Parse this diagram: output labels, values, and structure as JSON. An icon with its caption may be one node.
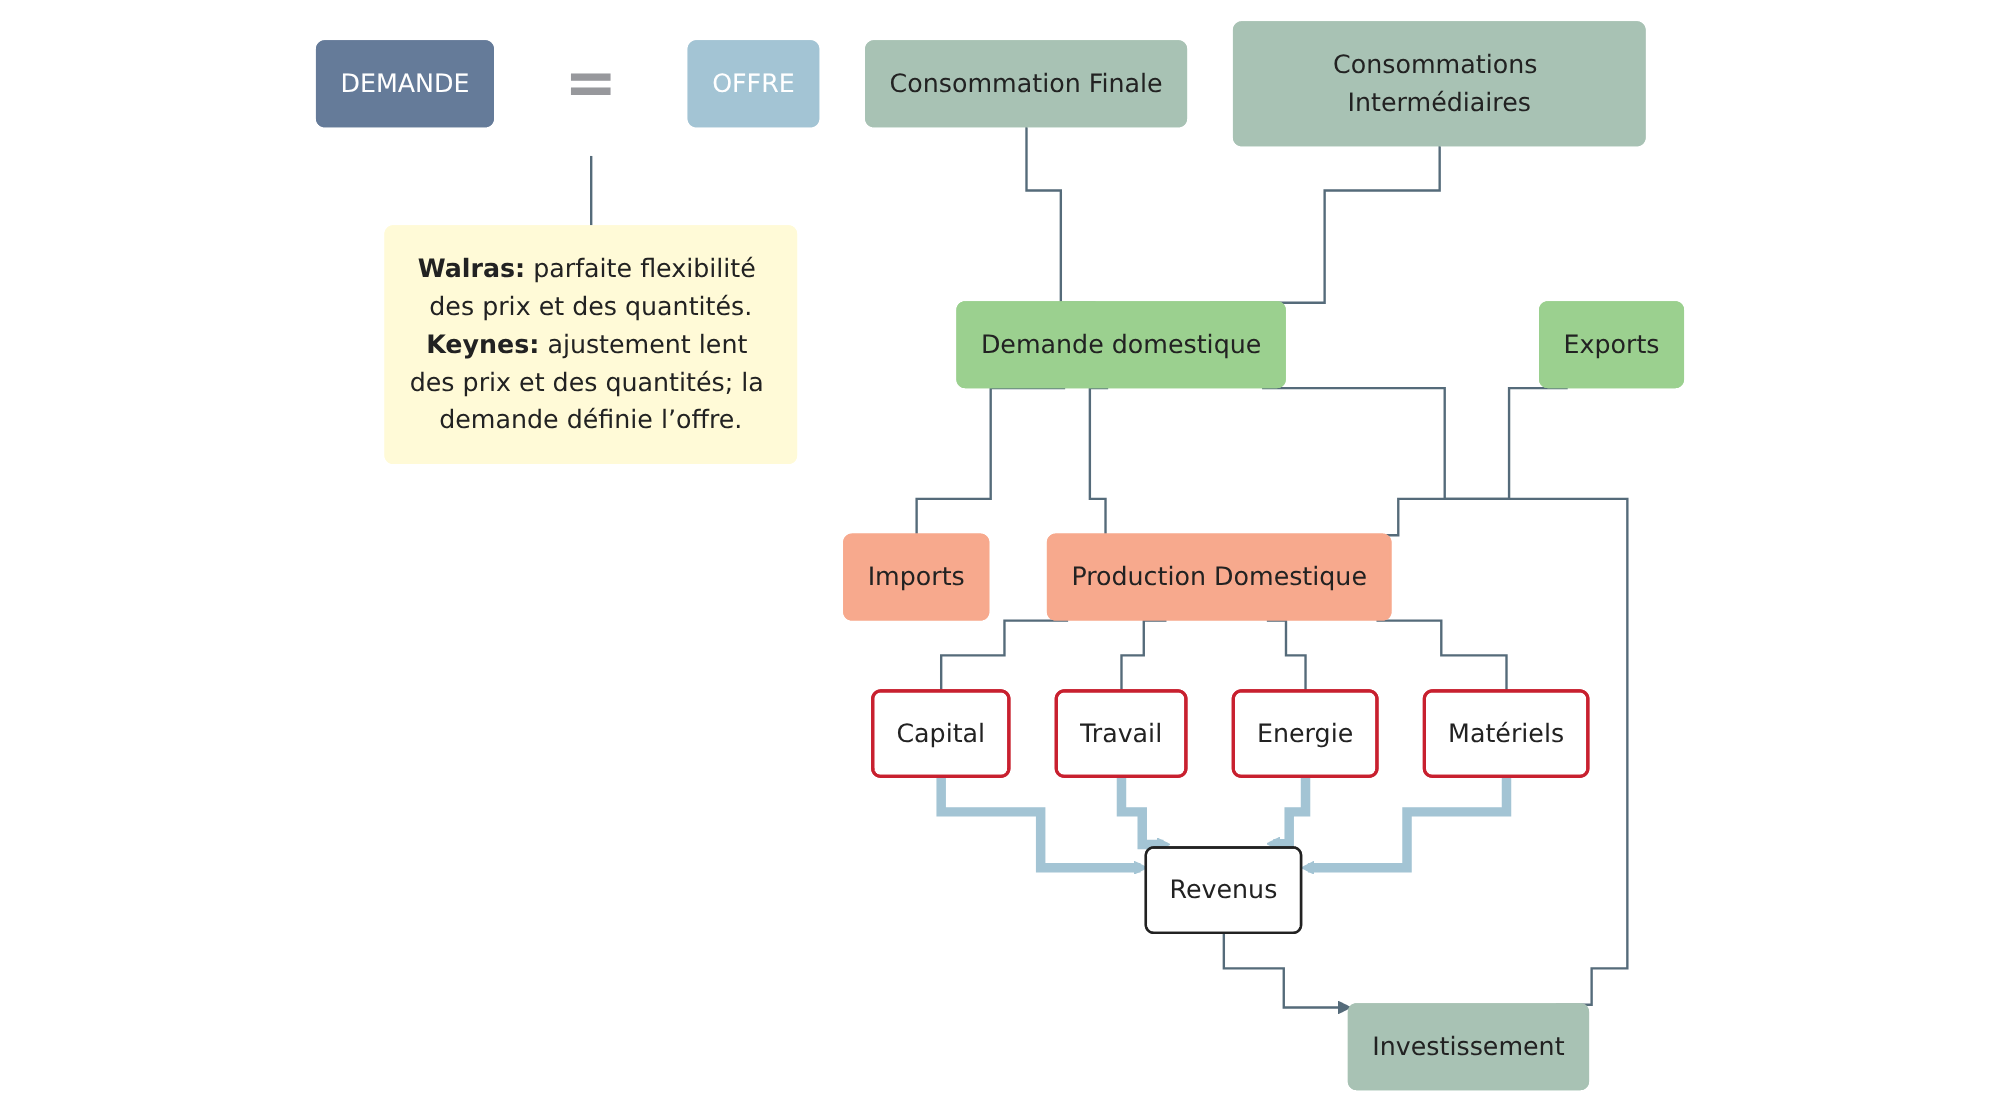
{
  "diagram": {
    "nodes": [
      {
        "text": [
          "DEMANDE"
        ]
      },
      {
        "text": [
          "="
        ]
      },
      {
        "text": [
          "OFFRE"
        ]
      },
      {
        "text": [
          "**Walras:** parfaite flexibilité des prix et des quantités.",
          "**Keynes:** ajustement lent des prix et des quantités; la demande définie l’offre."
        ]
      },
      {
        "text": [
          "Consommation Finale"
        ]
      },
      {
        "text": [
          "Consommations Intermédiaires"
        ]
      },
      {
        "text": [
          "Investissement"
        ]
      },
      {
        "text": [
          "Demande domestique"
        ]
      },
      {
        "text": [
          "Exports"
        ]
      },
      {
        "text": [
          "Imports"
        ]
      },
      {
        "text": [
          "Production Domestique"
        ]
      },
      {
        "text": [
          "Capital"
        ]
      },
      {
        "text": [
          "Travail"
        ]
      },
      {
        "text": [
          "Energie"
        ]
      },
      {
        "text": [
          "Matériels"
        ]
      },
      {
        "text": [
          "Revenus"
        ]
      }
    ],
    "edges": [
      {
        "from": 1,
        "to": 3,
        "arrow": "none"
      },
      {
        "from": 4,
        "to": 7,
        "arrow": "none"
      },
      {
        "from": 5,
        "to": 7,
        "arrow": "none"
      },
      {
        "from": 6,
        "to": 7,
        "arrow": "none"
      },
      {
        "from": 7,
        "to": 9,
        "arrow": "none"
      },
      {
        "from": 7,
        "to": 10,
        "arrow": "none"
      },
      {
        "from": 8,
        "to": 10,
        "arrow": "none"
      },
      {
        "from": 10,
        "to": 11,
        "arrow": "none"
      },
      {
        "from": 10,
        "to": 12,
        "arrow": "none"
      },
      {
        "from": 10,
        "to": 13,
        "arrow": "none"
      },
      {
        "from": 10,
        "to": 14,
        "arrow": "none"
      },
      {
        "from": 11,
        "to": 15,
        "arrow": "to",
        "style": "thick",
        "color": "#a3c4d4"
      },
      {
        "from": 12,
        "to": 15,
        "arrow": "to",
        "style": "thick",
        "color": "#a3c4d4"
      },
      {
        "from": 13,
        "to": 15,
        "arrow": "to",
        "style": "thick",
        "color": "#a3c4d4"
      },
      {
        "from": 14,
        "to": 15,
        "arrow": "to",
        "style": "thick",
        "color": "#a3c4d4"
      },
      {
        "from": 15,
        "to": 6,
        "arrow": "to"
      }
    ]
  }
}
